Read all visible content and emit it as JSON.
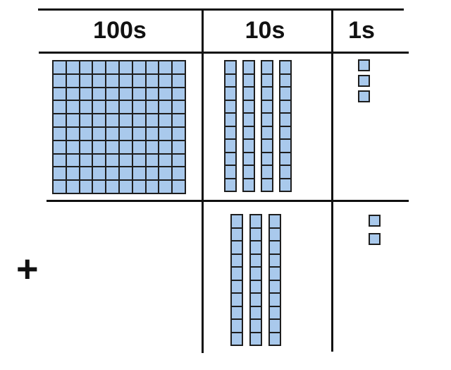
{
  "columns": [
    {
      "id": "hundreds",
      "label": "100s"
    },
    {
      "id": "tens",
      "label": "10s"
    },
    {
      "id": "ones",
      "label": "1s"
    }
  ],
  "rows": [
    {
      "id": "addend-1",
      "hundreds": 1,
      "tens": 4,
      "ones": 3
    },
    {
      "id": "addend-2",
      "hundreds": 0,
      "tens": 3,
      "ones": 2
    }
  ],
  "operator_label": "+",
  "colors": {
    "block_fill": "#A9C9EC",
    "block_border": "#1E1E1E",
    "table_line": "#101010",
    "text": "#111111"
  }
}
